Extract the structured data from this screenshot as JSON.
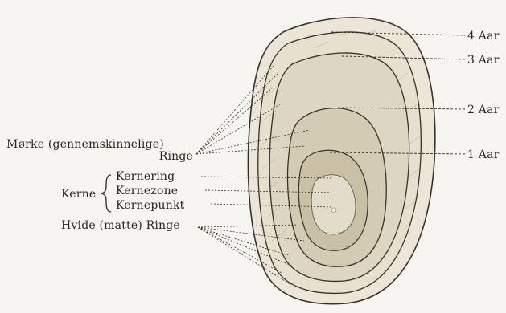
{
  "labels": {
    "dark_rings_line1": "Mørke (gennemskinnelige)",
    "dark_rings_line2": "Ringe",
    "kerne": "Kerne",
    "kernering": "Kernering",
    "kernezone": "Kernezone",
    "kernepunkt": "Kernepunkt",
    "white_rings": "Hvide (matte) Ringe",
    "year4": "4 Aar",
    "year3": "3 Aar",
    "year2": "2 Aar",
    "year1": "1 Aar"
  }
}
